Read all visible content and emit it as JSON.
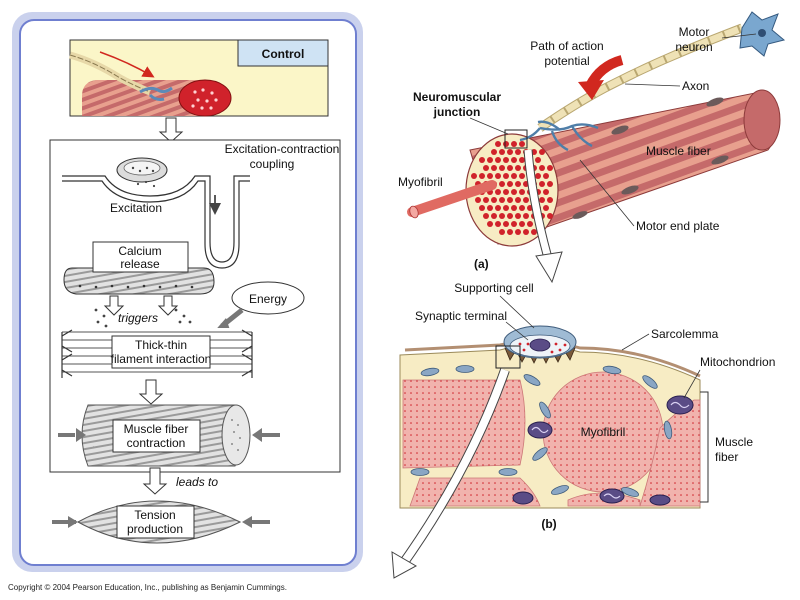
{
  "left_panel": {
    "control": "Control",
    "excitation_contraction": "Excitation-contraction",
    "coupling": "coupling",
    "excitation": "Excitation",
    "calcium": "Calcium",
    "release": "release",
    "energy": "Energy",
    "triggers": "triggers",
    "thick_thin": "Thick-thin",
    "filament_interaction": "filament interaction",
    "muscle_fiber": "Muscle fiber",
    "contraction": "contraction",
    "leads_to": "leads to",
    "tension": "Tension",
    "production": "production"
  },
  "panel_a": {
    "motor": "Motor",
    "neuron": "neuron",
    "path_of_action": "Path of action",
    "potential": "potential",
    "axon": "Axon",
    "neuromuscular": "Neuromuscular",
    "junction": "junction",
    "muscle_fiber": "Muscle fiber",
    "myofibril": "Myofibril",
    "motor_end_plate": "Motor end plate",
    "caption": "(a)"
  },
  "panel_b": {
    "supporting_cell": "Supporting cell",
    "synaptic_terminal": "Synaptic terminal",
    "sarcolemma": "Sarcolemma",
    "mitochondrion": "Mitochondrion",
    "myofibril": "Myofibril",
    "muscle": "Muscle",
    "fiber": "fiber",
    "caption": "(b)"
  },
  "copyright": "Copyright © 2004 Pearson Education, Inc., publishing as Benjamin Cummings.",
  "colors": {
    "panel_border": "#6f7fd0",
    "control_bg": "#fbf6c8",
    "control_label_bg": "#cfe3f4",
    "muscle_stripe_dark": "#c56a6a",
    "muscle_stripe_light": "#e8a08e",
    "myofibril_red": "#d0222b",
    "cytoplasm": "#f7ecc4",
    "myofibril_fill": "#f1b3ad",
    "nerve_blue": "#5c8ab8",
    "red_arrow": "#d1281f"
  }
}
